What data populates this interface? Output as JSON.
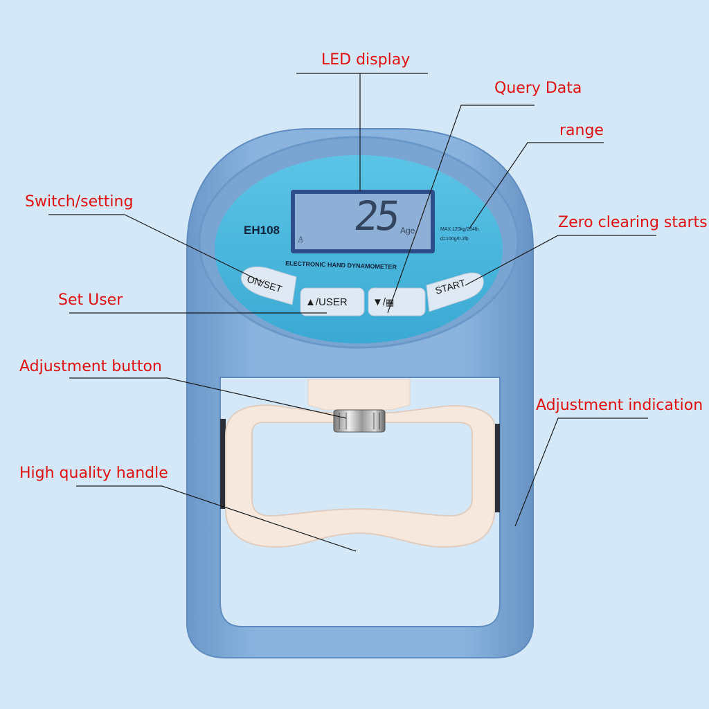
{
  "labels": {
    "led_display": "LED display",
    "query_data": "Query Data",
    "range": "range",
    "switch_setting": "Switch/setting",
    "zero_clearing": "Zero clearing starts",
    "set_user": "Set User",
    "adjustment_button": "Adjustment button",
    "adjustment_indication": "Adjustment indication",
    "handle": "High quality handle"
  },
  "device": {
    "model": "EH108",
    "title": "ELECTRONIC HAND DYNAMOMETER",
    "lcd": {
      "value": "25",
      "unit": "Age"
    },
    "spec_max": "MAX:120kg/264lb",
    "spec_res": "d=100g/0.2lb",
    "buttons": {
      "on_set": "ON/SET",
      "user": "▲/USER",
      "query": "▼/",
      "start": "START"
    }
  },
  "colors": {
    "background": "#d4e8f8",
    "body": "#7ea9d6",
    "face": "#45b6dc",
    "lcd": "#8fb0d6",
    "handle": "#f6e8dc",
    "label": "#e01010"
  }
}
